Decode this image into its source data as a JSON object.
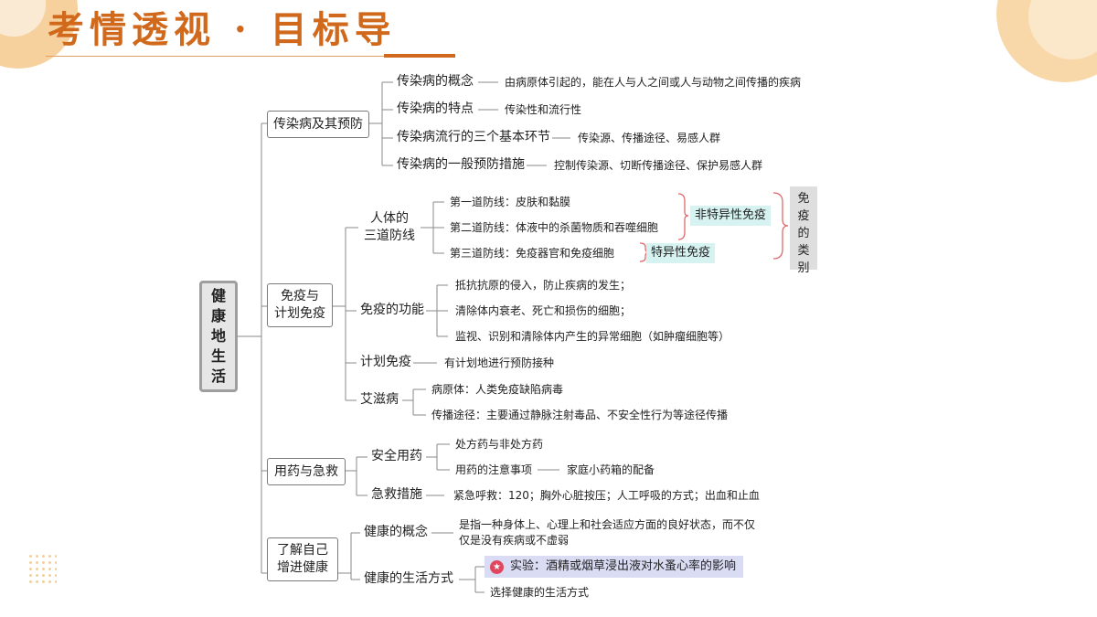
{
  "title": "考情透视 · 目标导",
  "root": "健\n康\n地\n生\n活",
  "b1": {
    "label": "传染病及其预防",
    "items": [
      {
        "term": "传染病的概念",
        "desc": "由病原体引起的，能在人与人之间或人与动物之间传播的疾病"
      },
      {
        "term": "传染病的特点",
        "desc": "传染性和流行性"
      },
      {
        "term": "传染病流行的三个基本环节",
        "desc": "传染源、传播途径、易感人群"
      },
      {
        "term": "传染病的一般预防措施",
        "desc": "控制传染源、切断传播途径、保护易感人群"
      }
    ]
  },
  "b2": {
    "label": "免疫与\n计划免疫",
    "defense": {
      "label": "人体的\n三道防线",
      "lines": [
        "第一道防线：皮肤和黏膜",
        "第二道防线：体液中的杀菌物质和吞噬细胞",
        "第三道防线：免疫器官和免疫细胞"
      ],
      "nonspecific": "非特异性免疫",
      "specific": "特异性免疫",
      "category": [
        "免",
        "疫",
        "的",
        "类",
        "别"
      ]
    },
    "function": {
      "label": "免疫的功能",
      "items": [
        "抵抗抗原的侵入，防止疾病的发生；",
        "清除体内衰老、死亡和损伤的细胞；",
        "监视、识别和清除体内产生的异常细胞（如肿瘤细胞等）"
      ]
    },
    "plan": {
      "label": "计划免疫",
      "desc": "有计划地进行预防接种"
    },
    "aids": {
      "label": "艾滋病",
      "items": [
        "病原体：人类免疫缺陷病毒",
        "传播途径：主要通过静脉注射毒品、不安全性行为等途径传播"
      ]
    }
  },
  "b3": {
    "label": "用药与急救",
    "safe": {
      "label": "安全用药",
      "items": [
        "处方药与非处方药",
        "用药的注意事项"
      ],
      "kit": "家庭小药箱的配备"
    },
    "aid": {
      "label": "急救措施",
      "desc": "紧急呼救：120；胸外心脏按压；人工呼吸的方式；出血和止血"
    }
  },
  "b4": {
    "label": "了解自己\n增进健康",
    "concept": {
      "label": "健康的概念",
      "desc": "是指一种身体上、心理上和社会适应方面的良好状态，而不仅\n仅是没有疾病或不虚弱"
    },
    "life": {
      "label": "健康的生活方式",
      "experiment": "实验：酒精或烟草浸出液对水蚤心率的影响",
      "choose": "选择健康的生活方式"
    }
  },
  "colors": {
    "title": "#d1691c",
    "bracket": "#e06a6a",
    "highlight": "#d6f3f2",
    "experiment": "#d9dcf3"
  }
}
